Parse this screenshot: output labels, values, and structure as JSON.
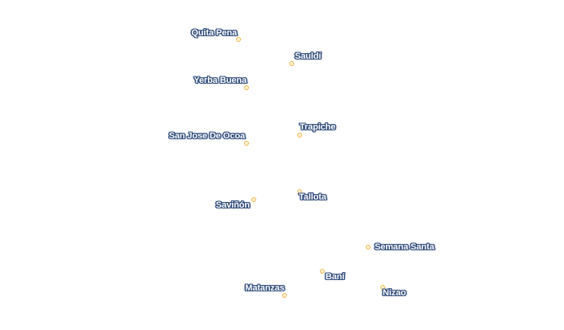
{
  "map": {
    "dot_style": {
      "fill": "#fff3d6",
      "stroke": "#f2b44a"
    },
    "label_style": {
      "text": "#ffffff",
      "halo": "#2f4a7a"
    },
    "places": [
      {
        "name": "Quita Pena"
      },
      {
        "name": "Sauldí"
      },
      {
        "name": "Yerba Buena"
      },
      {
        "name": "Trapiche"
      },
      {
        "name": "San Jose De Ocoa"
      },
      {
        "name": "Tallota"
      },
      {
        "name": "Saviñón"
      },
      {
        "name": "Semana Santa"
      },
      {
        "name": "Baní"
      },
      {
        "name": "Matanzas"
      },
      {
        "name": "Nizao"
      }
    ]
  }
}
